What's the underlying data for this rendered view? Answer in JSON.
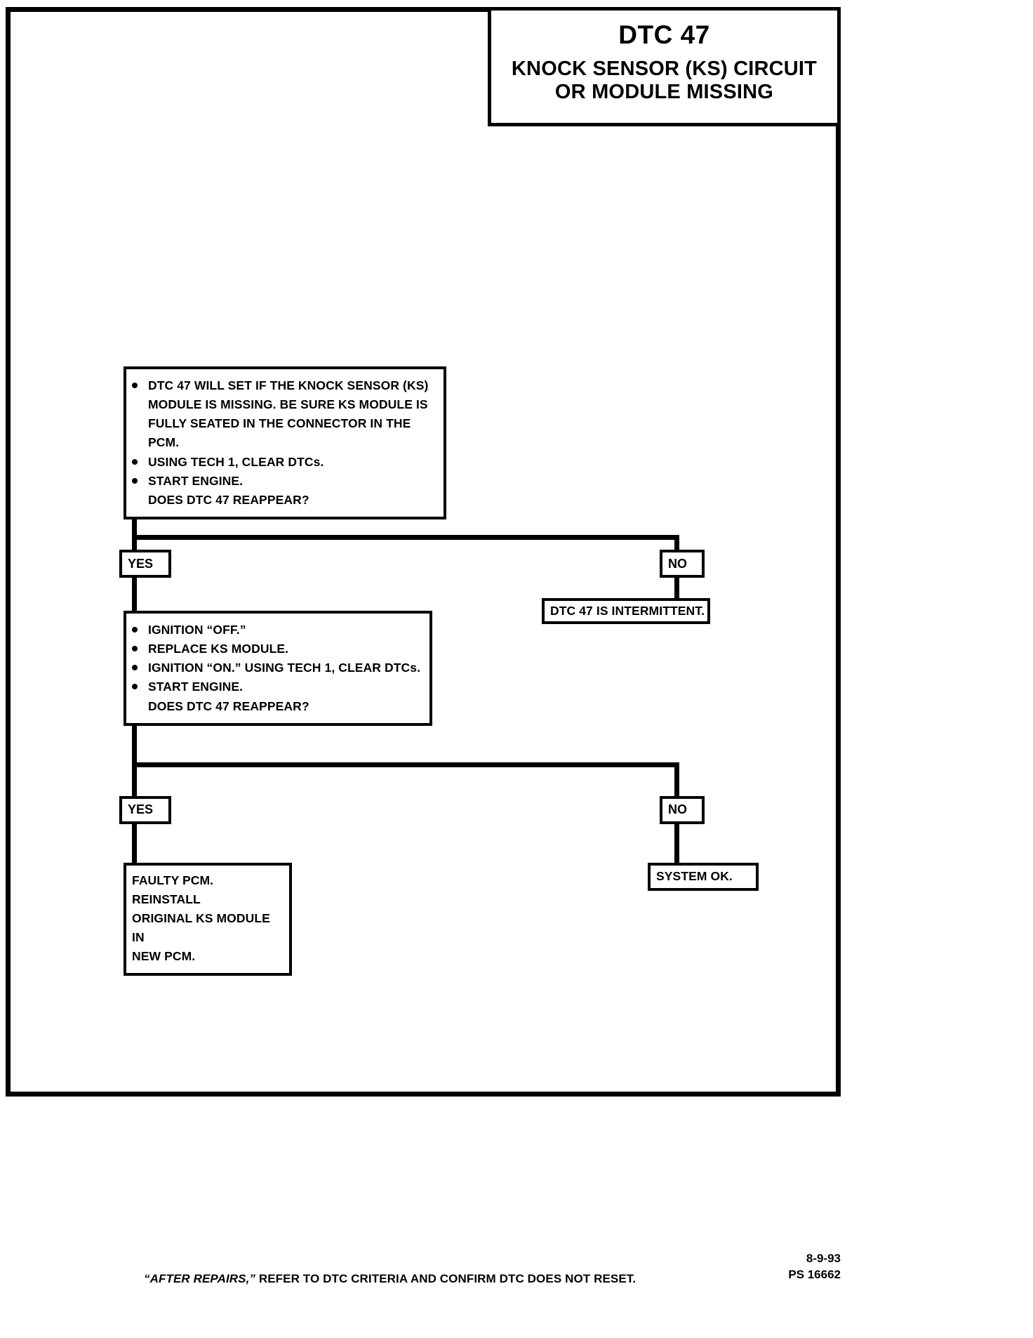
{
  "document": {
    "title_code": "DTC 47",
    "title_line1": "KNOCK SENSOR (KS) CIRCUIT",
    "title_line2": "OR MODULE MISSING"
  },
  "flowchart": {
    "step1": {
      "lines": [
        "DTC 47 WILL SET IF THE KNOCK SENSOR (KS)",
        "MODULE IS MISSING.  BE SURE KS MODULE IS",
        "FULLY SEATED IN THE CONNECTOR IN THE PCM.",
        "USING TECH 1, CLEAR DTCs.",
        "START ENGINE.",
        "DOES DTC 47 REAPPEAR?"
      ]
    },
    "branch1": {
      "yes_label": "YES",
      "no_label": "NO"
    },
    "intermittent": {
      "text": "DTC 47 IS INTERMITTENT."
    },
    "step2": {
      "lines": [
        "IGNITION “OFF.”",
        "REPLACE KS MODULE.",
        "IGNITION “ON.”  USING TECH 1, CLEAR DTCs.",
        "START ENGINE.",
        "DOES DTC 47 REAPPEAR?"
      ]
    },
    "branch2": {
      "yes_label": "YES",
      "no_label": "NO"
    },
    "faulty_pcm": {
      "lines": [
        "FAULTY PCM.  REINSTALL",
        "ORIGINAL KS MODULE IN",
        "NEW PCM."
      ]
    },
    "system_ok": {
      "text": "SYSTEM OK."
    }
  },
  "footer": {
    "note_italic": "“AFTER REPAIRS,”",
    "note_rest": " REFER TO DTC CRITERIA AND CONFIRM DTC DOES NOT RESET.",
    "date": "8-9-93",
    "code": "PS 16662"
  }
}
